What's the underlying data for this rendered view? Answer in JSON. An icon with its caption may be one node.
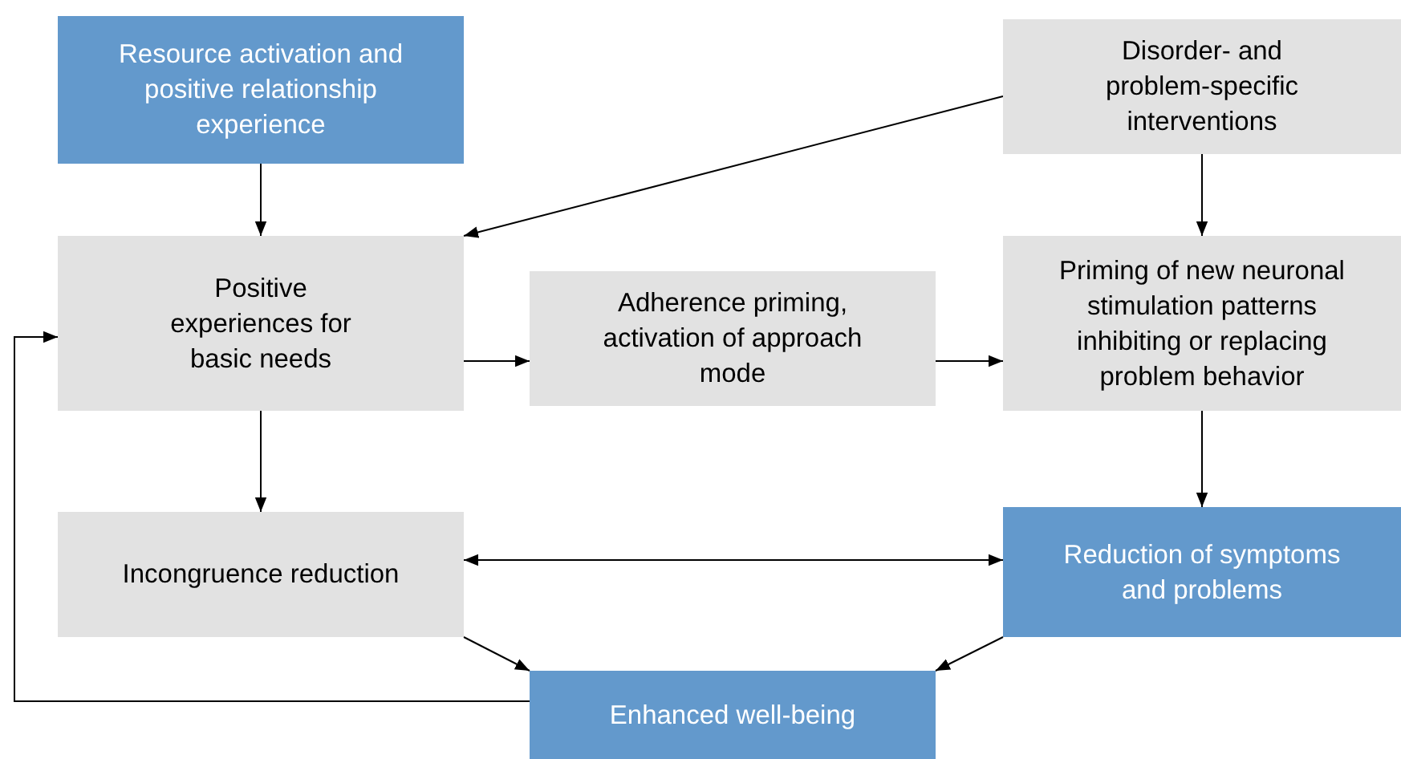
{
  "diagram": {
    "nodes": [
      {
        "text": [
          "Resource activation and positive relationship experience"
        ]
      },
      {
        "text": [
          "Disorder- and problem-specific interventions"
        ]
      },
      {
        "text": [
          "Positive experiences for basic needs"
        ]
      },
      {
        "text": [
          "Adherence priming, activation of approach mode"
        ]
      },
      {
        "text": [
          "Priming of new neuronal stimulation patterns inhibiting or replacing problem behavior"
        ]
      },
      {
        "text": [
          "Incongruence reduction"
        ]
      },
      {
        "text": [
          "Reduction of symptoms and problems"
        ]
      },
      {
        "text": [
          "Enhanced well-being"
        ]
      }
    ],
    "edges": [
      {
        "from": 0,
        "to": 2,
        "arrow": "to"
      },
      {
        "from": 1,
        "to": 2,
        "arrow": "to"
      },
      {
        "from": 1,
        "to": 4,
        "arrow": "to"
      },
      {
        "from": 2,
        "to": 3,
        "arrow": "to"
      },
      {
        "from": 3,
        "to": 4,
        "arrow": "to"
      },
      {
        "from": 2,
        "to": 5,
        "arrow": "to"
      },
      {
        "from": 4,
        "to": 6,
        "arrow": "to"
      },
      {
        "from": 5,
        "to": 6,
        "arrow": "both"
      },
      {
        "from": 5,
        "to": 7,
        "arrow": "to"
      },
      {
        "from": 6,
        "to": 7,
        "arrow": "to"
      },
      {
        "from": 7,
        "to": 2,
        "arrow": "to"
      }
    ]
  }
}
